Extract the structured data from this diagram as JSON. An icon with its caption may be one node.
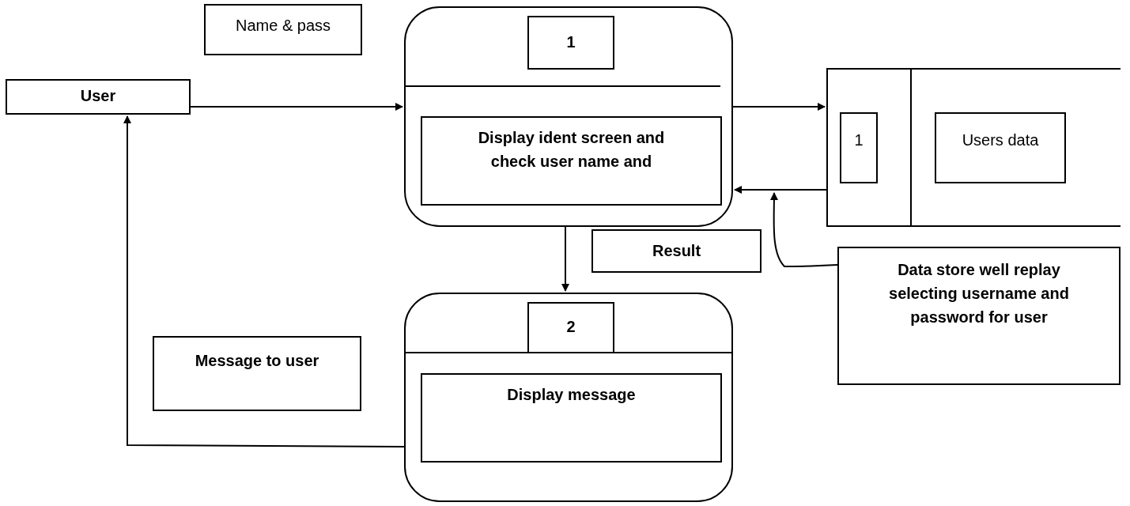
{
  "diagram": {
    "nodes": [
      {
        "text": [
          "User"
        ]
      },
      {
        "text": [
          "Name & pass"
        ]
      },
      {
        "text": [],
        "shape": "box"
      },
      {
        "text": [
          "1"
        ],
        "in": 2
      },
      {
        "text": [
          "Display ident screen and check user name and"
        ],
        "in": 2
      },
      {
        "text": [],
        "shape": "box"
      },
      {
        "text": [
          "1"
        ],
        "in": 5
      },
      {
        "text": [
          "Users data"
        ],
        "in": 5
      },
      {
        "text": [
          "Result"
        ]
      },
      {
        "text": [],
        "shape": "box"
      },
      {
        "text": [
          "2"
        ],
        "in": 9
      },
      {
        "text": [
          "Display message"
        ],
        "in": 9
      },
      {
        "text": [
          "Message to user"
        ]
      },
      {
        "text": [
          "Data store well replay selecting username and password for user"
        ]
      }
    ],
    "edges": [
      {
        "from": 0,
        "to": 2,
        "arrow": "to"
      },
      {
        "from": 2,
        "to": 5,
        "arrow": "to"
      },
      {
        "from": 5,
        "to": 2,
        "arrow": "to"
      },
      {
        "from": 13,
        "to": null,
        "arrow": "to"
      },
      {
        "from": 2,
        "to": 9,
        "arrow": "to"
      },
      {
        "from": 9,
        "to": 0,
        "arrow": "to"
      }
    ]
  }
}
